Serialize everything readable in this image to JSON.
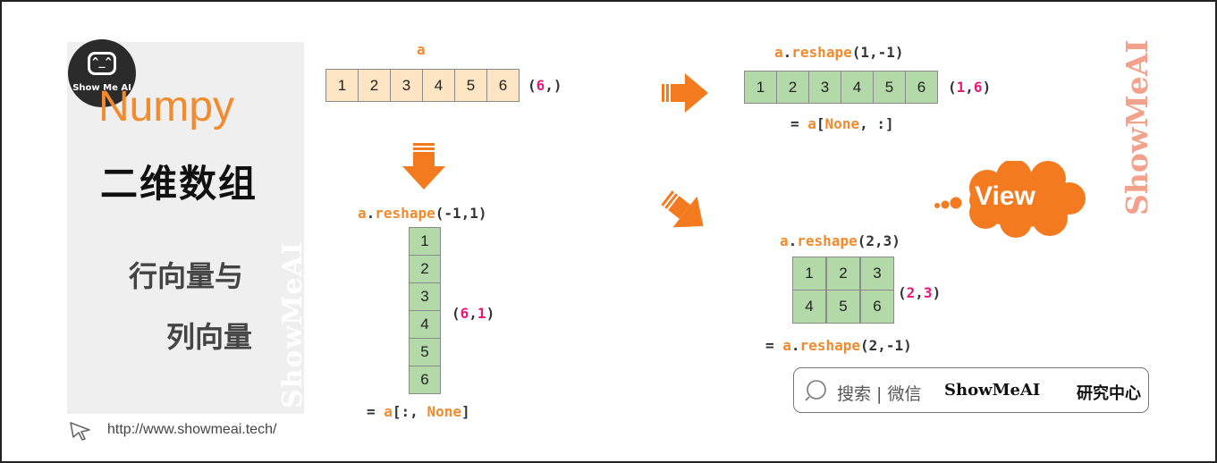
{
  "sidebar": {
    "logo_text": "Show Me AI",
    "logo_face": "^_^",
    "title": "Numpy",
    "subtitle": "二维数组",
    "topic_line1": "行向量与",
    "topic_line2": "列向量",
    "watermark": "ShowMeAI",
    "url": "http://www.showmeai.tech/"
  },
  "array_a": {
    "name": "a",
    "values": [
      "1",
      "2",
      "3",
      "4",
      "5",
      "6"
    ],
    "shape_open": "(",
    "shape_num": "6",
    "shape_close": ",)"
  },
  "row_vector": {
    "expr_var": "a",
    "expr_method": "reshape",
    "expr_args": "(1,-1)",
    "values": [
      "1",
      "2",
      "3",
      "4",
      "5",
      "6"
    ],
    "shape_open": "(",
    "shape_a": "1",
    "shape_sep": ",",
    "shape_b": "6",
    "shape_close": ")",
    "equiv_pre": "= ",
    "equiv_var": "a",
    "equiv_open": "[",
    "equiv_none": "None",
    "equiv_rest": ", :]"
  },
  "col_vector": {
    "expr_var": "a",
    "expr_method": "reshape",
    "expr_args": "(-1,1)",
    "values": [
      "1",
      "2",
      "3",
      "4",
      "5",
      "6"
    ],
    "shape_open": "(",
    "shape_a": "6",
    "shape_sep": ",",
    "shape_b": "1",
    "shape_close": ")",
    "equiv_pre": "= ",
    "equiv_var": "a",
    "equiv_mid": "[:, ",
    "equiv_none": "None",
    "equiv_close": "]"
  },
  "matrix_23": {
    "expr_var": "a",
    "expr_method": "reshape",
    "expr_args": "(2,3)",
    "values": [
      "1",
      "2",
      "3",
      "4",
      "5",
      "6"
    ],
    "shape_open": "(",
    "shape_a": "2",
    "shape_sep": ",",
    "shape_b": "3",
    "shape_close": ")",
    "equiv_pre": "= ",
    "equiv_var": "a",
    "equiv_dot": ".",
    "equiv_method": "reshape",
    "equiv_args": "(2,-1)"
  },
  "cloud_label": "View",
  "right_watermark": "ShowMeAI",
  "search": {
    "icon": "search-icon",
    "text": "搜索 | 微信",
    "brand": "ShowMeAI",
    "brand_cn": "研究中心"
  },
  "colors": {
    "orange": "#f28a2e",
    "pink": "#e6197a",
    "cell_orange": "#fde4c2",
    "cell_green": "#b3d9a8",
    "arrow": "#f47a20"
  }
}
